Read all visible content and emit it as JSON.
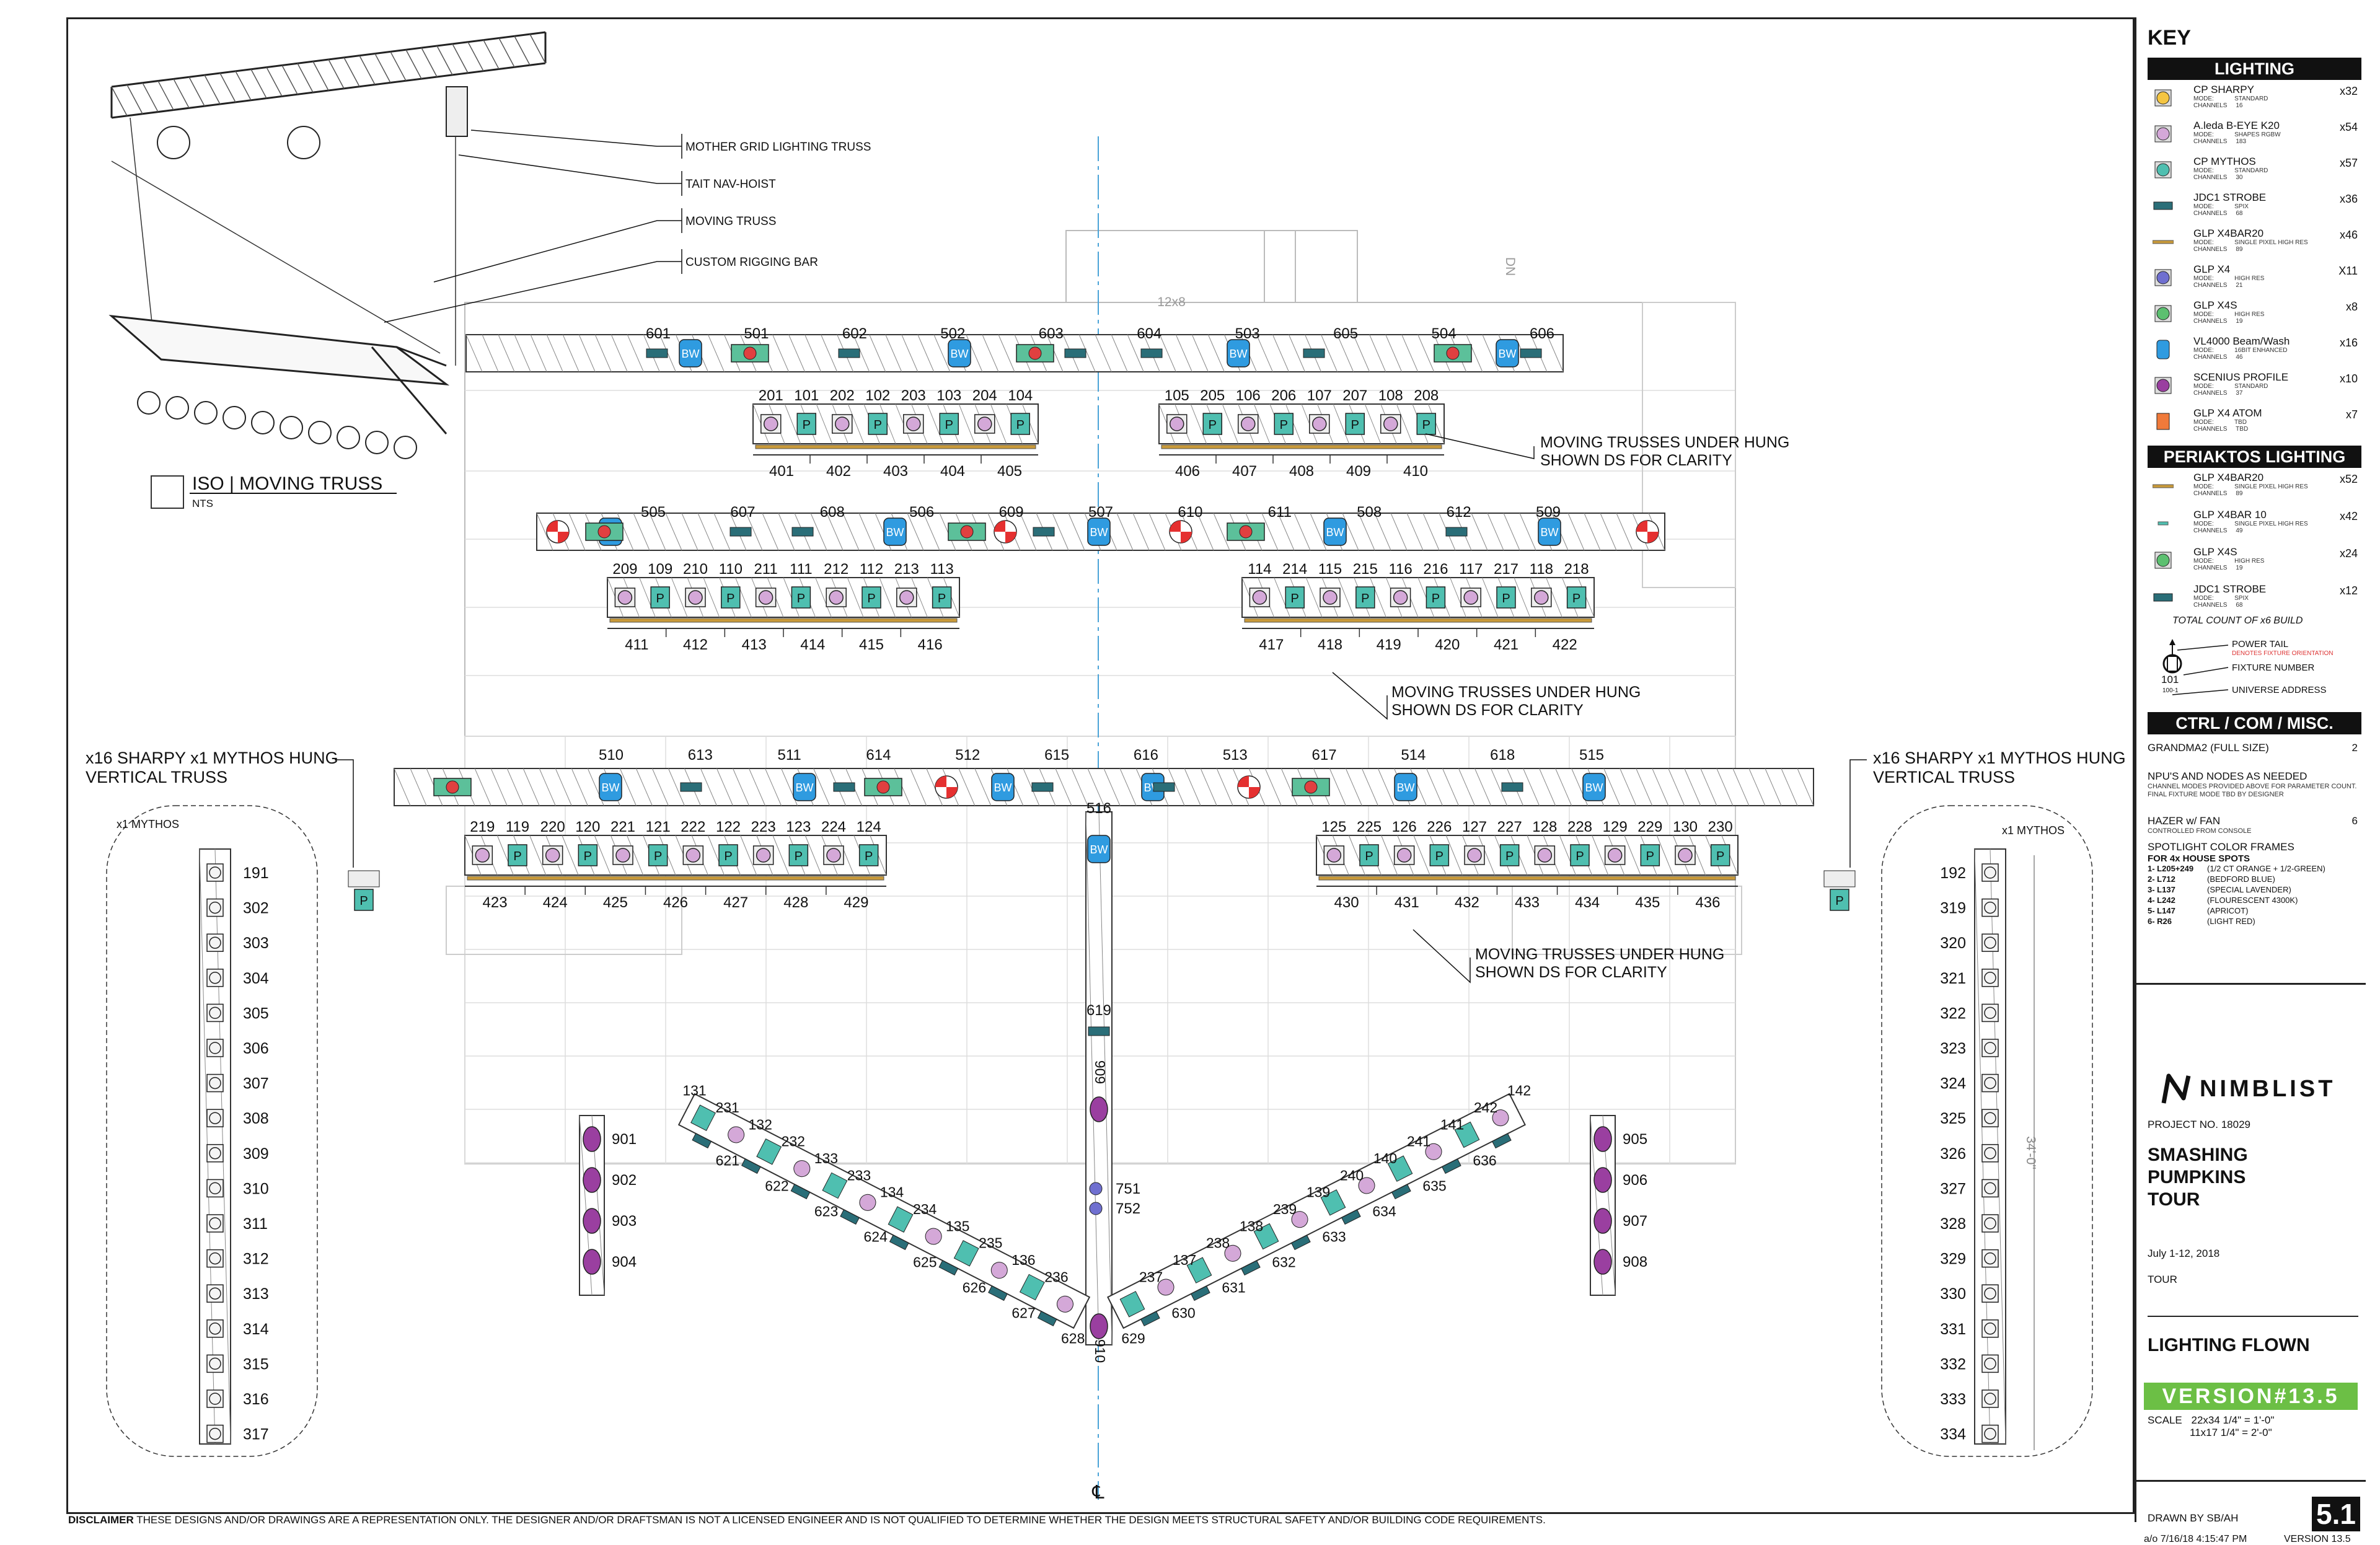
{
  "drawing": {
    "iso_title": "ISO | MOVING TRUSS",
    "iso_scale": "NTS",
    "callouts": [
      "MOTHER GRID LIGHTING TRUSS",
      "TAIT NAV-HOIST",
      "MOVING TRUSS",
      "CUSTOM RIGGING BAR"
    ],
    "under_hung_note": [
      "MOVING TRUSSES UNDER HUNG",
      "SHOWN DS FOR CLARITY"
    ],
    "vertical_truss_note": [
      "x16 SHARPY x1 MYTHOS  HUNG",
      "VERTICAL TRUSS"
    ],
    "mythos_label": "x1 MYTHOS",
    "riser_label": "12x8",
    "dn_label": "DN",
    "dimension": "34'-0\"",
    "centerline": "℄",
    "glyph_p": "P",
    "glyph_bw": "BW",
    "grid_truss_top": [
      "601",
      "501",
      "602",
      "502",
      "603",
      "604",
      "503",
      "605",
      "504",
      "606"
    ],
    "grid_truss_mid": [
      "505",
      "607",
      "608",
      "506",
      "609",
      "507",
      "610",
      "611",
      "508",
      "612",
      "509"
    ],
    "grid_truss_bot": [
      "510",
      "613",
      "511",
      "614",
      "512",
      "615",
      "616",
      "513",
      "617",
      "514",
      "618",
      "515"
    ],
    "mov1_left": [
      "201",
      "101",
      "202",
      "102",
      "203",
      "103",
      "204",
      "104"
    ],
    "mov1_right": [
      "105",
      "205",
      "106",
      "206",
      "107",
      "207",
      "108",
      "208"
    ],
    "mov1_bottom_left": [
      "401",
      "402",
      "403",
      "404",
      "405"
    ],
    "mov1_bottom_right": [
      "406",
      "407",
      "408",
      "409",
      "410"
    ],
    "mov2_left": [
      "209",
      "109",
      "210",
      "110",
      "211",
      "111",
      "212",
      "112",
      "213",
      "113"
    ],
    "mov2_right": [
      "114",
      "214",
      "115",
      "215",
      "116",
      "216",
      "117",
      "217",
      "118",
      "218"
    ],
    "mov2_bottom_left": [
      "411",
      "412",
      "413",
      "414",
      "415",
      "416"
    ],
    "mov2_bottom_right": [
      "417",
      "418",
      "419",
      "420",
      "421",
      "422"
    ],
    "mov3_left": [
      "219",
      "119",
      "220",
      "120",
      "221",
      "121",
      "222",
      "122",
      "223",
      "123",
      "224",
      "124"
    ],
    "mov3_right": [
      "125",
      "225",
      "126",
      "226",
      "127",
      "227",
      "128",
      "228",
      "129",
      "229",
      "130",
      "230"
    ],
    "mov3_bottom_left": [
      "423",
      "424",
      "425",
      "426",
      "427",
      "428",
      "429"
    ],
    "mov3_bottom_right": [
      "430",
      "431",
      "432",
      "433",
      "434",
      "435",
      "436"
    ],
    "center_truss": [
      "516",
      "619",
      "909",
      "751",
      "752",
      "910"
    ],
    "vert_left": [
      "191",
      "302",
      "303",
      "304",
      "305",
      "306",
      "307",
      "308",
      "309",
      "310",
      "311",
      "312",
      "313",
      "314",
      "315",
      "316",
      "317"
    ],
    "vert_right": [
      "192",
      "319",
      "320",
      "321",
      "322",
      "323",
      "324",
      "325",
      "326",
      "327",
      "328",
      "329",
      "330",
      "331",
      "332",
      "333",
      "334"
    ],
    "pillar_left": [
      "901",
      "902",
      "903",
      "904"
    ],
    "pillar_right": [
      "905",
      "906",
      "907",
      "908"
    ],
    "diag_left_top": [
      "131",
      "231",
      "132",
      "232",
      "133",
      "233",
      "134",
      "234",
      "135",
      "235",
      "136",
      "236"
    ],
    "diag_left_bot": [
      "621",
      "622",
      "623",
      "624",
      "625",
      "626",
      "627",
      "628"
    ],
    "diag_right_top": [
      "237",
      "137",
      "238",
      "138",
      "239",
      "139",
      "240",
      "140",
      "241",
      "141",
      "242",
      "142"
    ],
    "diag_right_bot": [
      "629",
      "630",
      "631",
      "632",
      "633",
      "634",
      "635",
      "636"
    ]
  },
  "disclaimer": {
    "label": "DISCLAIMER",
    "text": " THESE DESIGNS AND/OR DRAWINGS ARE A REPRESENTATION ONLY.  THE DESIGNER AND/OR DRAFTSMAN IS NOT A LICENSED ENGINEER AND IS NOT QUALIFIED TO DETERMINE WHETHER THE DESIGN MEETS STRUCTURAL SAFETY AND/OR BUILDING CODE REQUIREMENTS."
  },
  "key": {
    "title": "KEY",
    "lighting_header": "LIGHTING",
    "lighting": [
      {
        "name": "CP SHARPY",
        "mode": "MODE:            STANDARD\nCHANNELS     16",
        "qty": "x32",
        "color": "#f4c542",
        "icon": "sharpy-icon"
      },
      {
        "name": "A.leda B-EYE K20",
        "mode": "MODE:            SHAPES RGBW\nCHANNELS     183",
        "qty": "x54",
        "color": "#d4a8d8",
        "icon": "b-eye-icon"
      },
      {
        "name": "CP MYTHOS",
        "mode": "MODE:            STANDARD\nCHANNELS     30",
        "qty": "x57",
        "color": "#4fbfb0",
        "icon": "mythos-icon"
      },
      {
        "name": "JDC1 STROBE",
        "mode": "MODE:            SPIX\nCHANNELS     68",
        "qty": "x36",
        "color": "#2a6e78",
        "icon": "strobe-icon"
      },
      {
        "name": "GLP X4BAR20",
        "mode": "MODE:            SINGLE PIXEL HIGH RES\nCHANNELS     89",
        "qty": "x46",
        "color": "#c99a3a",
        "icon": "x4bar-icon"
      },
      {
        "name": "GLP X4",
        "mode": "MODE:            HIGH RES\nCHANNELS     21",
        "qty": "X11",
        "color": "#6f6fd0",
        "icon": "x4-icon"
      },
      {
        "name": "GLP X4S",
        "mode": "MODE:            HIGH RES\nCHANNELS     19",
        "qty": "x8",
        "color": "#5cc070",
        "icon": "x4s-icon"
      },
      {
        "name": "VL4000 Beam/Wash",
        "mode": "MODE:            16BIT ENHANCED\nCHANNELS     46",
        "qty": "x16",
        "color": "#2f9be0",
        "icon": "vl4000-icon"
      },
      {
        "name": "SCENIUS PROFILE",
        "mode": "MODE:            STANDARD\nCHANNELS     37",
        "qty": "x10",
        "color": "#9a3fa0",
        "icon": "scenius-icon"
      },
      {
        "name": "GLP X4 ATOM",
        "mode": "MODE:            TBD\nCHANNELS     TBD",
        "qty": "x7",
        "color": "#f07a3a",
        "icon": "atom-icon"
      }
    ],
    "periaktos_header": "PERIAKTOS LIGHTING",
    "periaktos": [
      {
        "name": "GLP X4BAR20",
        "mode": "MODE:            SINGLE PIXEL HIGH RES\nCHANNELS     89",
        "qty": "x52",
        "color": "#c99a3a",
        "icon": "x4bar-icon"
      },
      {
        "name": "GLP X4BAR 10",
        "mode": "MODE:            SINGLE PIXEL HIGH RES\nCHANNELS     49",
        "qty": "x42",
        "color": "#4fbfb0",
        "icon": "x4bar10-icon"
      },
      {
        "name": "GLP X4S",
        "mode": "MODE:            HIGH RES\nCHANNELS     19",
        "qty": "x24",
        "color": "#5cc070",
        "icon": "x4s-icon"
      },
      {
        "name": "JDC1 STROBE",
        "mode": "MODE:            SPIX\nCHANNELS     68",
        "qty": "x12",
        "color": "#2a6e78",
        "icon": "strobe-icon"
      }
    ],
    "total_note": "TOTAL COUNT OF x6 BUILD",
    "legend_power": "POWER TAIL",
    "legend_orient": "DENOTES FIXTURE ORIENTATION",
    "legend_fixture": "FIXTURE NUMBER",
    "legend_universe": "UNIVERSE ADDRESS",
    "legend_number": "101",
    "legend_address": "100-1",
    "ctrl_header": "CTRL / COM / MISC.",
    "ctrl": [
      {
        "name": "GRANDMA2 (FULL SIZE)",
        "qty": "2",
        "sub": ""
      },
      {
        "name": "NPU'S AND NODES AS NEEDED",
        "qty": "",
        "sub": "CHANNEL MODES PROVIDED ABOVE FOR PARAMETER COUNT. FINAL FIXTURE MODE TBD BY DESIGNER"
      },
      {
        "name": "HAZER w/ FAN",
        "qty": "6",
        "sub": "CONTROLLED FROM CONSOLE"
      }
    ],
    "spot_title": "SPOTLIGHT COLOR FRAMES",
    "spot_sub": "FOR 4x HOUSE SPOTS",
    "spot_frames": [
      {
        "code": "1- L205+249",
        "desc": "(1/2 CT ORANGE + 1/2-GREEN)"
      },
      {
        "code": "2- L712",
        "desc": "(BEDFORD BLUE)"
      },
      {
        "code": "3- L137",
        "desc": "(SPECIAL LAVENDER)"
      },
      {
        "code": "4- L242",
        "desc": "(FLOURESCENT 4300K)"
      },
      {
        "code": "5- L147",
        "desc": "(APRICOT)"
      },
      {
        "code": "6- R26",
        "desc": "(LIGHT RED)"
      }
    ]
  },
  "titleblock": {
    "company": "NIMBLIST",
    "project_no": "PROJECT NO. 18029",
    "project_title": [
      "SMASHING",
      "PUMPKINS",
      "TOUR"
    ],
    "dates": "July 1-12, 2018",
    "type": "TOUR",
    "sheet_title": "LIGHTING FLOWN",
    "version": "VERSION#13.5",
    "scale_label": "SCALE",
    "scale_1": "22x34  1/4\" = 1'-0\"",
    "scale_2": "11x17  1/4\" = 2'-0\"",
    "drawn_by": "DRAWN BY SB/AH",
    "sheet_no": "5.1",
    "revision_date": "a/o  7/16/18  4:15:47 PM",
    "revision": "VERSION 13.5"
  }
}
